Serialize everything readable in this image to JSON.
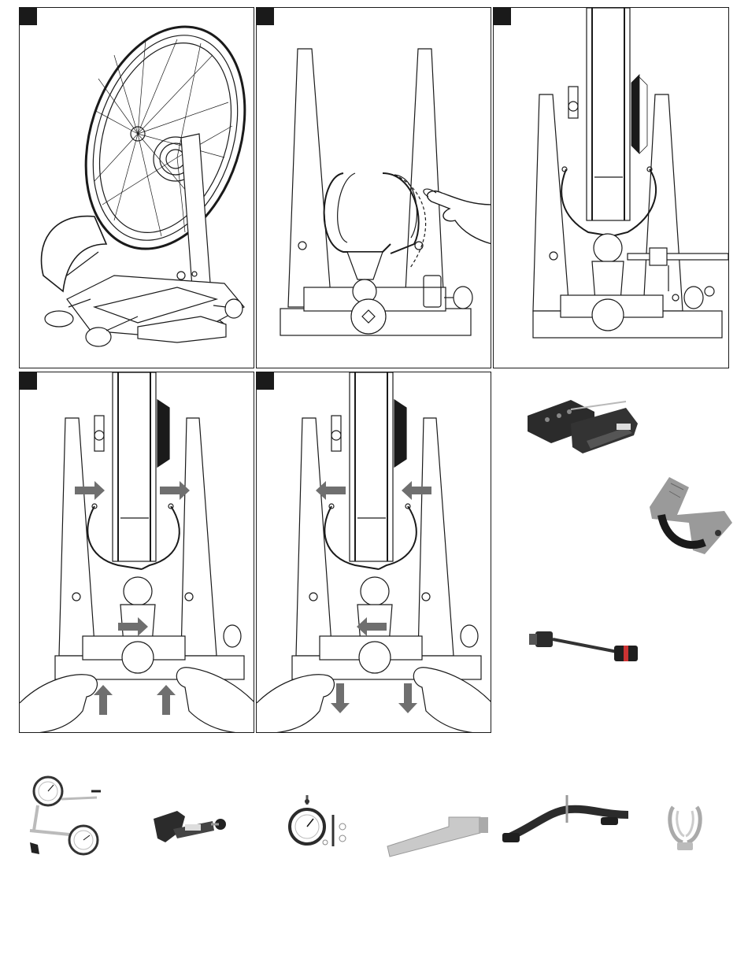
{
  "page": {
    "panels": [
      {
        "id": "1",
        "content": "wheel-in-truing-stand"
      },
      {
        "id": "2",
        "content": "adjust-caliper-arms"
      },
      {
        "id": "3",
        "content": "axle-alignment"
      },
      {
        "id": "4",
        "content": "arms-move-outward"
      },
      {
        "id": "5",
        "content": "arms-move-inward"
      }
    ],
    "accessories": [
      {
        "name": "tabletop-base"
      },
      {
        "name": "rotor-gauge"
      },
      {
        "name": "thru-axle-adaptor"
      },
      {
        "name": "dial-indicator-kit"
      },
      {
        "name": "clamp-adaptor"
      },
      {
        "name": "dial-indicator"
      },
      {
        "name": "extension-arm"
      },
      {
        "name": "bridge-arm"
      },
      {
        "name": "tire-guide"
      }
    ],
    "colors": {
      "line": "#1a1a1a",
      "arrow": "#6f6f6f",
      "tool_dark": "#2b2b2b",
      "tool_metal": "#b9b9b9"
    }
  }
}
